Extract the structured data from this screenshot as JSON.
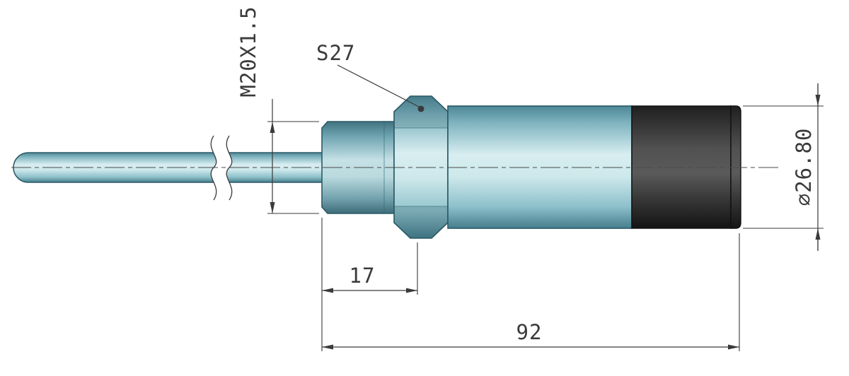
{
  "page": {
    "background": "#ffffff",
    "kind": "engineering-dimension-drawing"
  },
  "drawing": {
    "part": "threaded-probe-sensor",
    "colors": {
      "body_teal_light": "#d8eef1",
      "body_teal_mid": "#9fd2da",
      "body_teal_dark": "#4e8796",
      "rear_housing_dark": "#2e2e2e",
      "drawing_line": "#3a3a3a"
    },
    "annotations": {
      "thread_spec": "M20X1.5",
      "wrench_flats": "S27",
      "diameter": "⌀26.80",
      "length_thread": "17",
      "length_body": "92"
    }
  }
}
